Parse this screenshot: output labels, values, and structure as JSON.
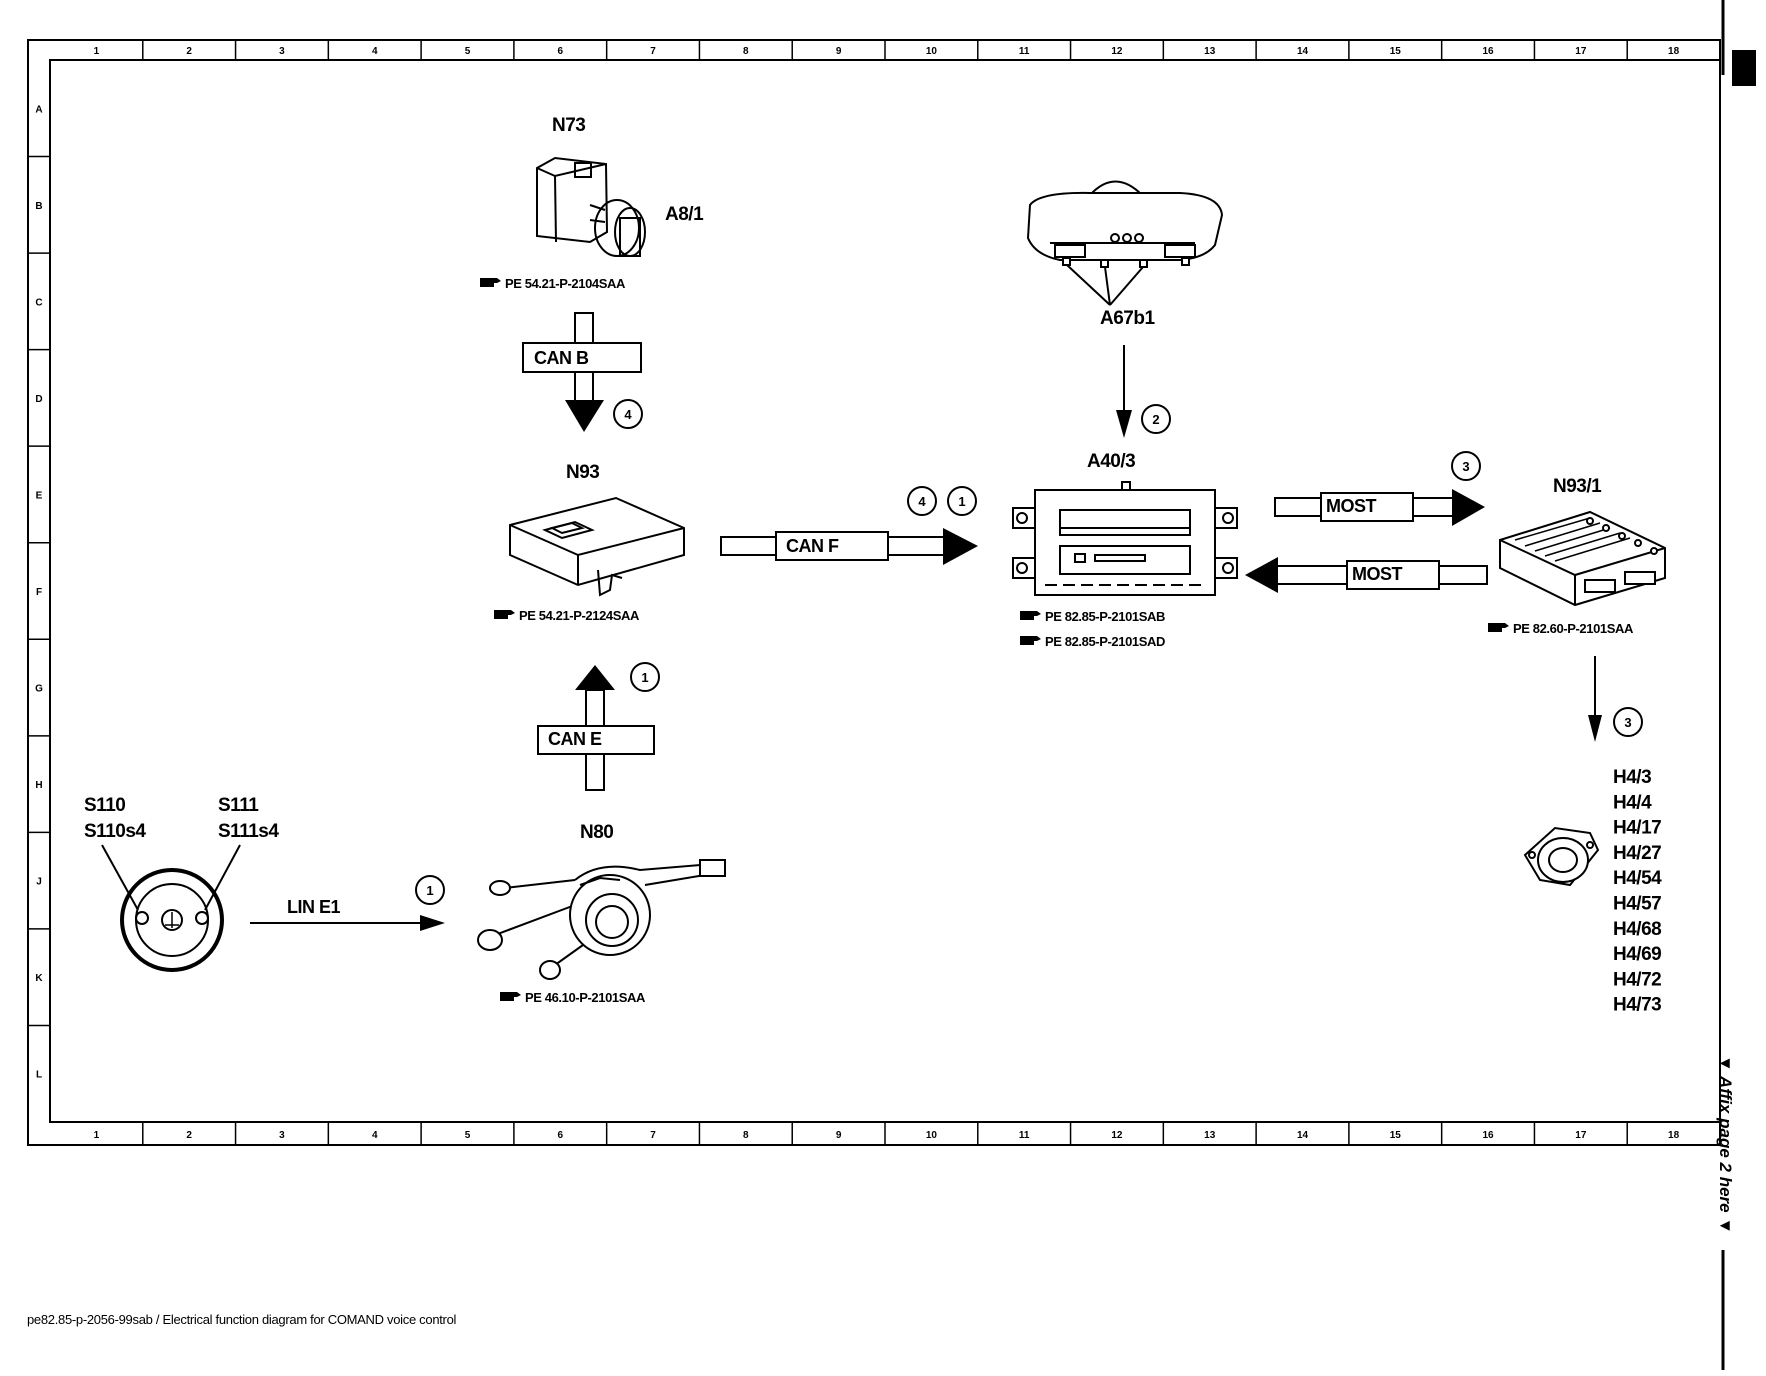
{
  "grid": {
    "columns": [
      "1",
      "2",
      "3",
      "4",
      "5",
      "6",
      "7",
      "8",
      "9",
      "10",
      "11",
      "12",
      "13",
      "14",
      "15",
      "16",
      "17",
      "18"
    ],
    "rows": [
      "A",
      "B",
      "C",
      "D",
      "E",
      "F",
      "G",
      "H",
      "J",
      "K",
      "L"
    ]
  },
  "components": {
    "n73": {
      "label": "N73",
      "sub_label": "A8/1",
      "ref": "PE 54.21-P-2104SAA"
    },
    "a67b1": {
      "label": "A67b1"
    },
    "n93": {
      "label": "N93",
      "ref": "PE 54.21-P-2124SAA"
    },
    "a40_3": {
      "label": "A40/3",
      "ref1": "PE 82.85-P-2101SAB",
      "ref2": "PE 82.85-P-2101SAD"
    },
    "n93_1": {
      "label": "N93/1",
      "ref": "PE 82.60-P-2101SAA"
    },
    "n80": {
      "label": "N80",
      "ref": "PE 46.10-P-2101SAA"
    },
    "steering": {
      "left1": "S110",
      "left2": "S110s4",
      "right1": "S111",
      "right2": "S111s4"
    },
    "speakers": [
      "H4/3",
      "H4/4",
      "H4/17",
      "H4/27",
      "H4/54",
      "H4/57",
      "H4/68",
      "H4/69",
      "H4/72",
      "H4/73"
    ]
  },
  "buses": {
    "can_b": "CAN B",
    "can_e": "CAN E",
    "can_f": "CAN F",
    "most_out": "MOST",
    "most_in": "MOST",
    "lin": "LIN E1"
  },
  "markers": {
    "can_b": "4",
    "can_e": "1",
    "can_f_a": "4",
    "can_f_b": "1",
    "a67b1": "2",
    "most": "3",
    "speakers": "3",
    "lin": "1"
  },
  "footer": "pe82.85-p-2056-99sab / Electrical function diagram for COMAND voice control",
  "side_note": "▼ Affix page 2 here ▼",
  "ref_icon": "pointing-hand-icon"
}
